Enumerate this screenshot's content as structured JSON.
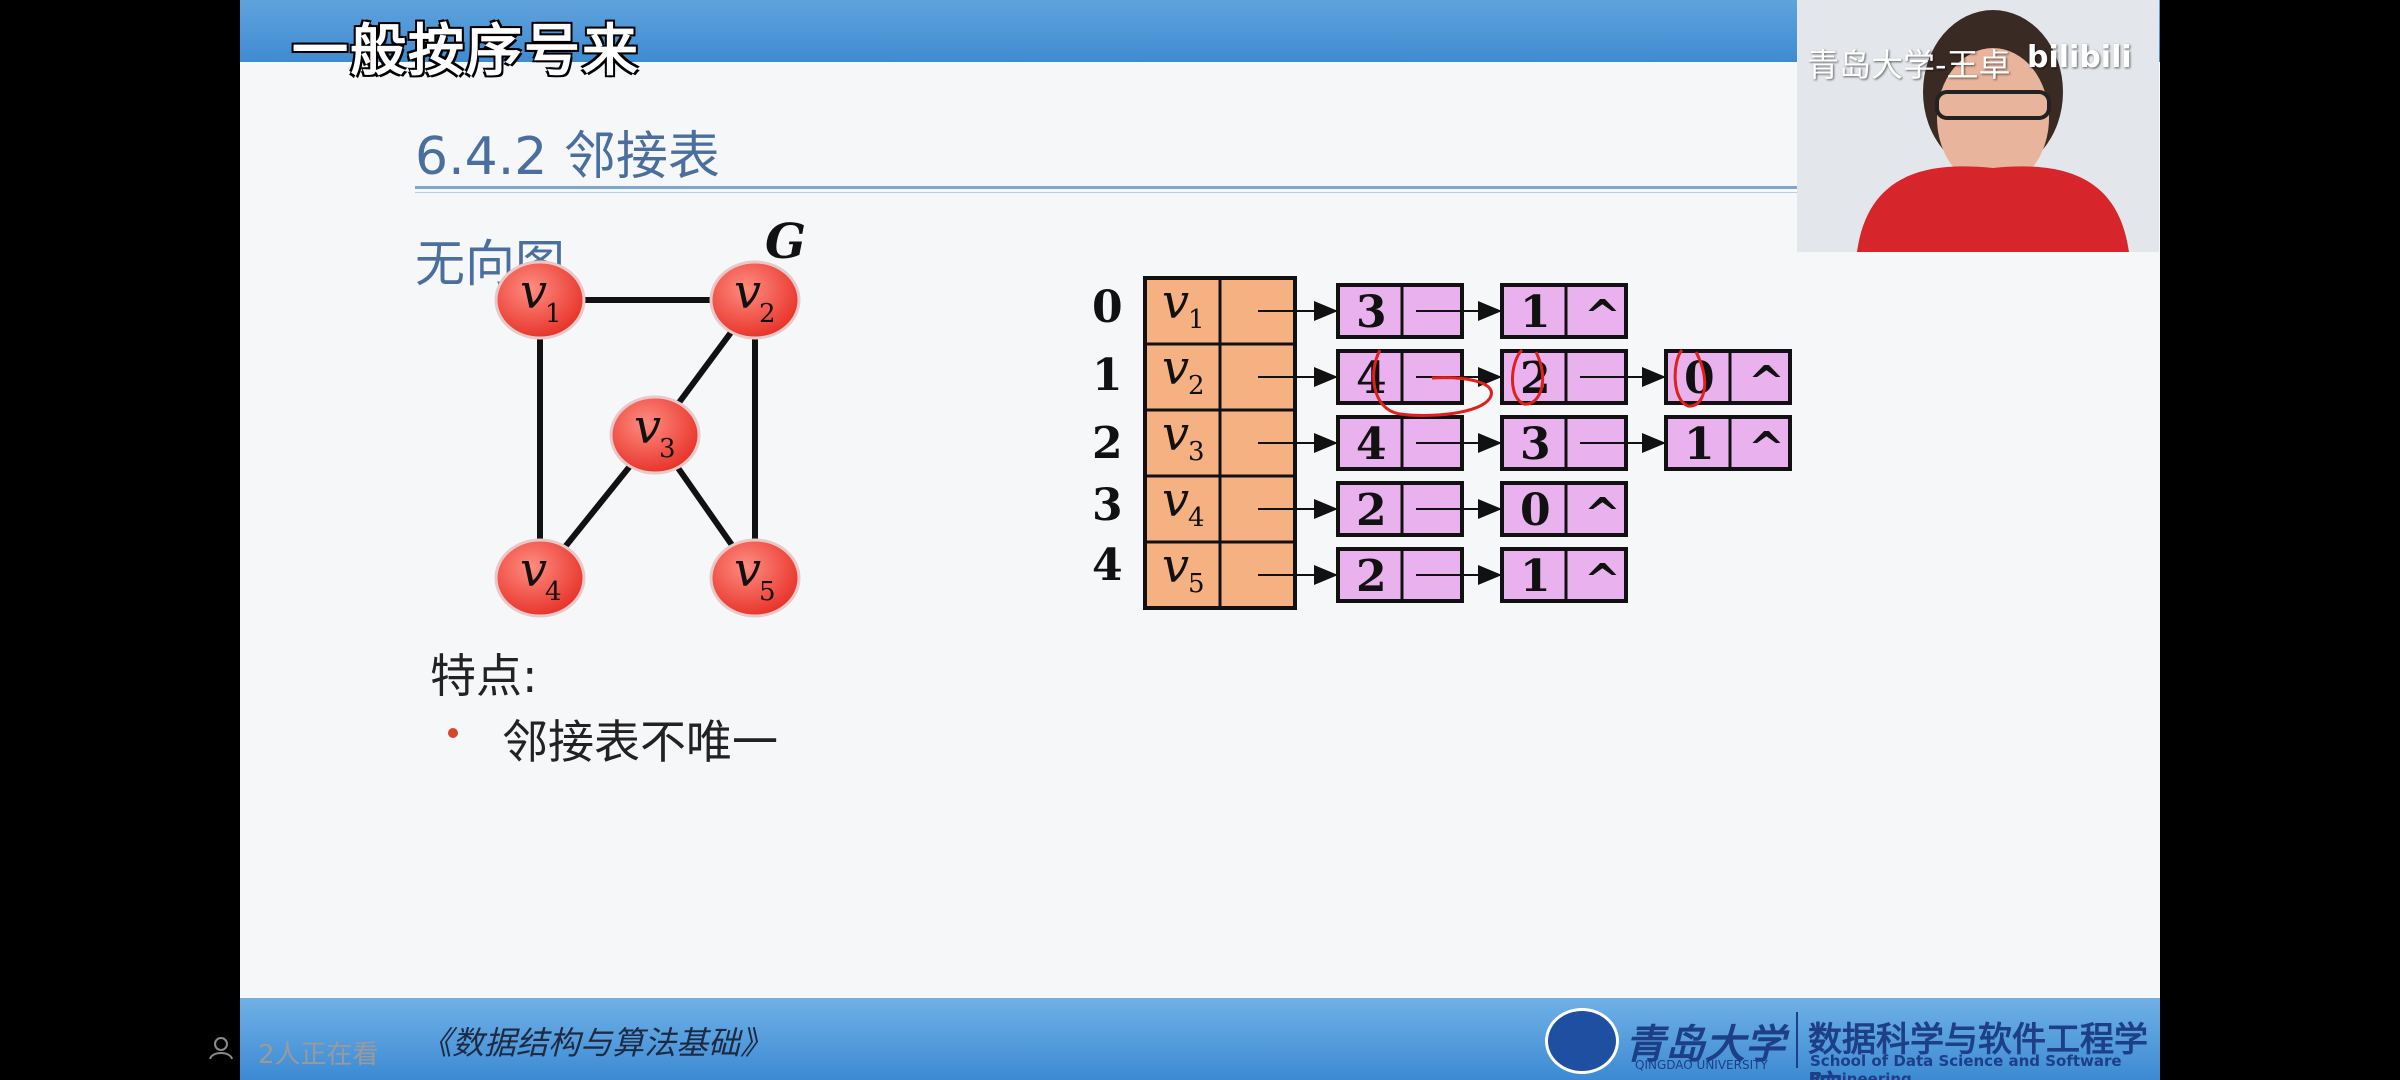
{
  "overlay": {
    "subtitle": "一般按序号来",
    "watching_count": "2人正在看"
  },
  "slide": {
    "section_title": "6.4.2 邻接表",
    "graph_type_label": "无向图",
    "graph_name": "G",
    "features_label": "特点:",
    "bullet": "邻接表不唯一"
  },
  "graph": {
    "vertices": [
      {
        "letter": "v",
        "sub": "1"
      },
      {
        "letter": "v",
        "sub": "2"
      },
      {
        "letter": "v",
        "sub": "3"
      },
      {
        "letter": "v",
        "sub": "4"
      },
      {
        "letter": "v",
        "sub": "5"
      }
    ],
    "edges": [
      [
        "v1",
        "v2"
      ],
      [
        "v1",
        "v4"
      ],
      [
        "v2",
        "v3"
      ],
      [
        "v2",
        "v5"
      ],
      [
        "v3",
        "v4"
      ],
      [
        "v3",
        "v5"
      ]
    ]
  },
  "adjacency_list": {
    "indices": [
      "0",
      "1",
      "2",
      "3",
      "4"
    ],
    "vertex_labels": [
      {
        "letter": "v",
        "sub": "1"
      },
      {
        "letter": "v",
        "sub": "2"
      },
      {
        "letter": "v",
        "sub": "3"
      },
      {
        "letter": "v",
        "sub": "4"
      },
      {
        "letter": "v",
        "sub": "5"
      }
    ],
    "rows": [
      [
        "3",
        "1"
      ],
      [
        "4",
        "2",
        "0"
      ],
      [
        "4",
        "3",
        "1"
      ],
      [
        "2",
        "0"
      ],
      [
        "2",
        "1"
      ]
    ],
    "null_symbol": "^"
  },
  "footer": {
    "course": "《数据结构与算法基础》",
    "university": "青岛大学",
    "university_en": "QINGDAO UNIVERSITY",
    "department": "数据科学与软件工程学院",
    "department_en": "School of Data Science and Software Engineering"
  },
  "webcam": {
    "caption": "青岛大学-王卓",
    "platform_logo": "bilibili"
  },
  "colors": {
    "node_fill": "#f0483f",
    "head_fill": "#f6b183",
    "list_node_fill": "#e9b2ee",
    "title_blue": "#4a6f9e",
    "band_blue": "#3f8bd1",
    "annotation_red": "#e0201a"
  }
}
